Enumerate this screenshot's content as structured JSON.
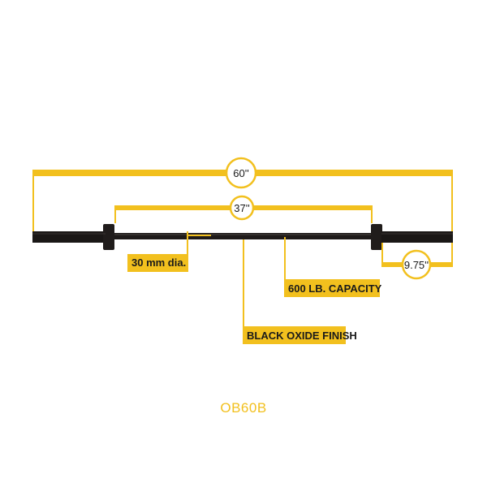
{
  "colors": {
    "accent": "#f2c01e",
    "bar": "#1a1716",
    "text": "#1a1a1a",
    "background": "#ffffff"
  },
  "dimensions": {
    "overall_length": "60''",
    "inner_length": "37''",
    "sleeve_length": "9.75''"
  },
  "callouts": {
    "diameter": "30 mm dia.",
    "capacity": "600 LB. CAPACITY",
    "finish": "BLACK OXIDE FINISH"
  },
  "model": "OB60B"
}
